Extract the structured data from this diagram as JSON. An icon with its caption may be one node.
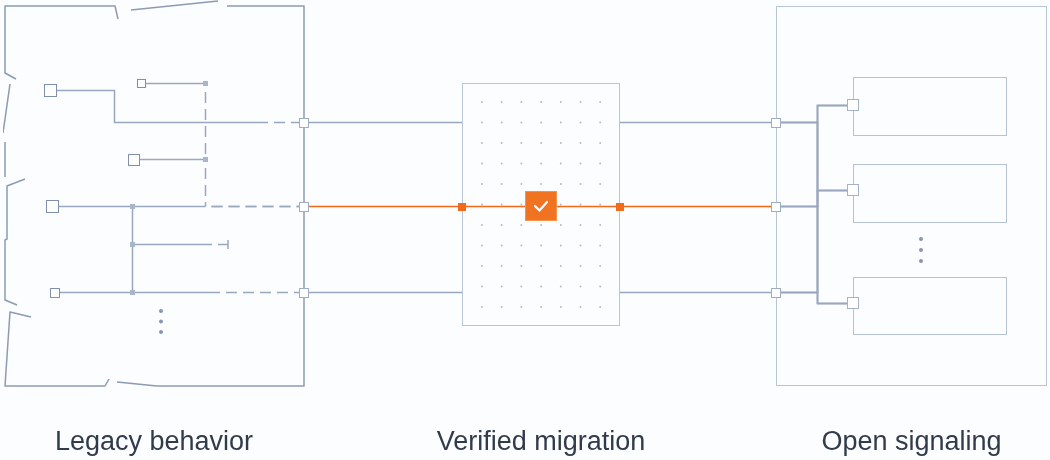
{
  "diagram": {
    "nodes": [
      {
        "text": [
          "Legacy behavior"
        ]
      },
      {
        "text": [],
        "shape": "box",
        "in": 0
      },
      {
        "text": [],
        "shape": "box",
        "in": 0
      },
      {
        "text": [],
        "shape": "box",
        "in": 0
      },
      {
        "text": [],
        "shape": "box",
        "in": 0
      },
      {
        "text": [],
        "shape": "box",
        "in": 0
      },
      {
        "text": [],
        "shape": "box",
        "in": 0
      },
      {
        "text": [],
        "shape": "box",
        "in": 0
      },
      {
        "text": [],
        "shape": "box",
        "in": 0
      },
      {
        "text": [],
        "shape": "box",
        "in": 0
      },
      {
        "text": [],
        "shape": "box",
        "in": 0
      },
      {
        "text": [],
        "shape": "box"
      },
      {
        "text": [],
        "shape": "box"
      },
      {
        "text": [],
        "shape": "box"
      },
      {
        "text": [
          "Verified migration"
        ]
      },
      {
        "text": [],
        "shape": "box"
      },
      {
        "text": [],
        "shape": "box",
        "in": 14
      },
      {
        "text": [],
        "shape": "box"
      },
      {
        "text": [
          "Open signaling"
        ]
      },
      {
        "text": [],
        "shape": "box"
      },
      {
        "text": [],
        "shape": "box"
      },
      {
        "text": [],
        "shape": "box"
      },
      {
        "text": [],
        "shape": "box",
        "in": 18
      },
      {
        "text": [],
        "shape": "box",
        "in": 18
      },
      {
        "text": [],
        "shape": "box",
        "in": 18
      },
      {
        "text": [],
        "shape": "box",
        "in": 18
      },
      {
        "text": [],
        "shape": "box",
        "in": 18
      },
      {
        "text": [],
        "shape": "box",
        "in": 18
      }
    ],
    "edges": [
      {
        "from": 1,
        "to": 11,
        "arrow": "none",
        "style": "dashed"
      },
      {
        "from": 2,
        "to": 3,
        "arrow": "none"
      },
      {
        "from": 3,
        "to": 5,
        "arrow": "none",
        "style": "dashed"
      },
      {
        "from": 4,
        "to": 5,
        "arrow": "none"
      },
      {
        "from": 5,
        "to": 12,
        "arrow": "none",
        "style": "dashed"
      },
      {
        "from": 6,
        "to": 7,
        "arrow": "none"
      },
      {
        "from": 7,
        "to": 12,
        "arrow": "none",
        "style": "dashed"
      },
      {
        "from": 7,
        "to": 8,
        "arrow": "none"
      },
      {
        "from": 8,
        "to": 10,
        "arrow": "none"
      },
      {
        "from": 8,
        "to": null,
        "arrow": "other",
        "style": "dashed"
      },
      {
        "from": 9,
        "to": 10,
        "arrow": "none"
      },
      {
        "from": 10,
        "to": 13,
        "arrow": "none",
        "style": "dashed"
      },
      {
        "from": 11,
        "to": 14,
        "arrow": "none"
      },
      {
        "from": 12,
        "to": 15,
        "arrow": "none",
        "color": "#f26a1b"
      },
      {
        "from": 15,
        "to": 16,
        "arrow": "none",
        "color": "#f26a1b"
      },
      {
        "from": 16,
        "to": 17,
        "arrow": "none",
        "color": "#f26a1b"
      },
      {
        "from": 17,
        "to": 20,
        "arrow": "none",
        "color": "#f26a1b"
      },
      {
        "from": 13,
        "to": 14,
        "arrow": "none"
      },
      {
        "from": 14,
        "to": 19,
        "arrow": "none"
      },
      {
        "from": 14,
        "to": 21,
        "arrow": "none"
      },
      {
        "from": 19,
        "to": 23,
        "arrow": "none"
      },
      {
        "from": 19,
        "to": 25,
        "arrow": "none"
      },
      {
        "from": 19,
        "to": 27,
        "arrow": "none"
      },
      {
        "from": 20,
        "to": 23,
        "arrow": "none"
      },
      {
        "from": 20,
        "to": 25,
        "arrow": "none"
      },
      {
        "from": 20,
        "to": 27,
        "arrow": "none"
      },
      {
        "from": 21,
        "to": 23,
        "arrow": "none"
      },
      {
        "from": 21,
        "to": 25,
        "arrow": "none"
      },
      {
        "from": 21,
        "to": 27,
        "arrow": "none"
      }
    ]
  }
}
